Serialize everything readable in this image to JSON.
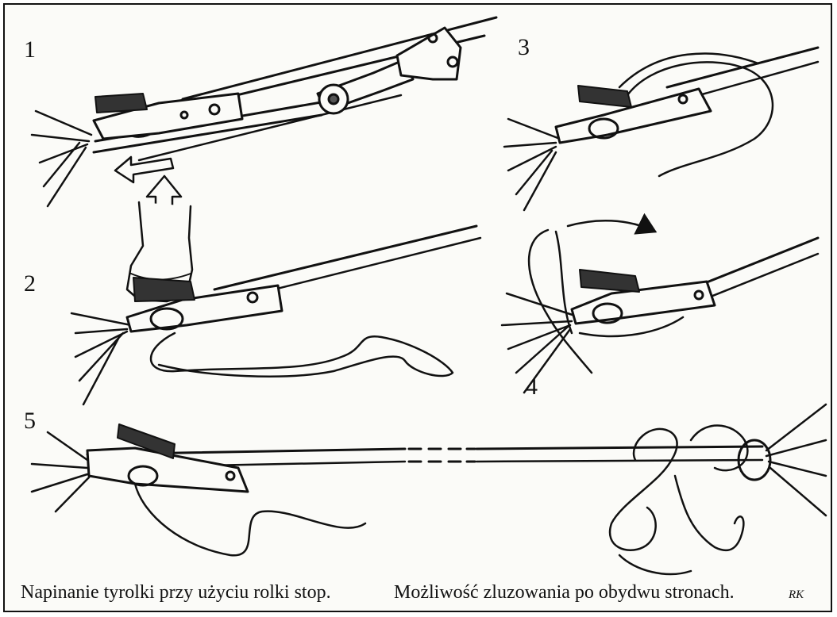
{
  "steps": [
    "1",
    "2",
    "3",
    "4",
    "5"
  ],
  "caption": {
    "part1": "Napinanie tyrolki przy użyciu rolki stop.",
    "part2": "Możliwość zluzowania po obydwu stronach."
  },
  "signature": "RK",
  "colors": {
    "ink": "#111111",
    "paper": "#fbfbf8",
    "shade": "#444444"
  },
  "icons": [
    "arrow-left-icon",
    "arrow-up-icon",
    "hand-icon",
    "curved-arrow-icon"
  ]
}
